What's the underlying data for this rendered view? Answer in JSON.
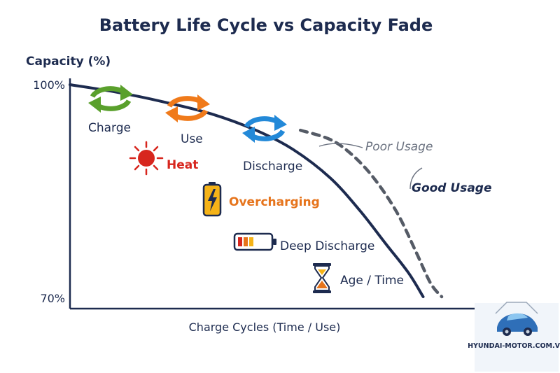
{
  "chart_data": {
    "type": "line",
    "title": "Battery Life Cycle vs Capacity Fade",
    "ylabel": "Capacity (%)",
    "xlabel": "Charge Cycles (Time / Use)",
    "ylim": [
      70,
      100
    ],
    "y_ticks": [
      {
        "value": 100,
        "label": "100%"
      },
      {
        "value": 70,
        "label": "70%"
      }
    ],
    "series": [
      {
        "name": "Poor Usage",
        "style": "solid",
        "color": "#1d2b4f",
        "points": [
          [
            0,
            100
          ],
          [
            0.12,
            99.0
          ],
          [
            0.25,
            97.6
          ],
          [
            0.38,
            95.9
          ],
          [
            0.5,
            93.6
          ],
          [
            0.6,
            90.9
          ],
          [
            0.7,
            86.9
          ],
          [
            0.78,
            82.3
          ],
          [
            0.85,
            77.6
          ],
          [
            0.91,
            73.6
          ],
          [
            0.95,
            70.2
          ]
        ]
      },
      {
        "name": "Good Usage",
        "style": "dashed",
        "color": "#555b66",
        "points": [
          [
            0.62,
            93.6
          ],
          [
            0.7,
            92.3
          ],
          [
            0.76,
            90.1
          ],
          [
            0.82,
            86.7
          ],
          [
            0.88,
            82.0
          ],
          [
            0.93,
            76.6
          ],
          [
            0.97,
            72.1
          ],
          [
            1.0,
            70.2
          ]
        ]
      }
    ],
    "annotations": [
      {
        "label": "Charge",
        "icon": "cycle-arrows-icon",
        "color": "#5aa02c"
      },
      {
        "label": "Use",
        "icon": "cycle-arrows-icon",
        "color": "#f07a1a"
      },
      {
        "label": "Discharge",
        "icon": "cycle-arrows-icon",
        "color": "#2389d8"
      },
      {
        "label": "Heat",
        "icon": "sun-icon",
        "color": "#d7261e"
      },
      {
        "label": "Overcharging",
        "icon": "battery-bolt-icon",
        "color": "#e6741c"
      },
      {
        "label": "Deep Discharge",
        "icon": "low-battery-icon",
        "color": "#1d2b4f"
      },
      {
        "label": "Age / Time",
        "icon": "hourglass-icon",
        "color": "#1d2b4f"
      }
    ]
  },
  "colors": {
    "text_dark": "#1d2b4f",
    "axis": "#1d2b4f",
    "dashed_line": "#555b66",
    "annotation_gray": "#6b7280",
    "heat_red": "#d7261e",
    "overcharge_orange": "#e6741c"
  },
  "watermark": {
    "text": "HYUNDAI-MOTOR.COM.VN"
  }
}
